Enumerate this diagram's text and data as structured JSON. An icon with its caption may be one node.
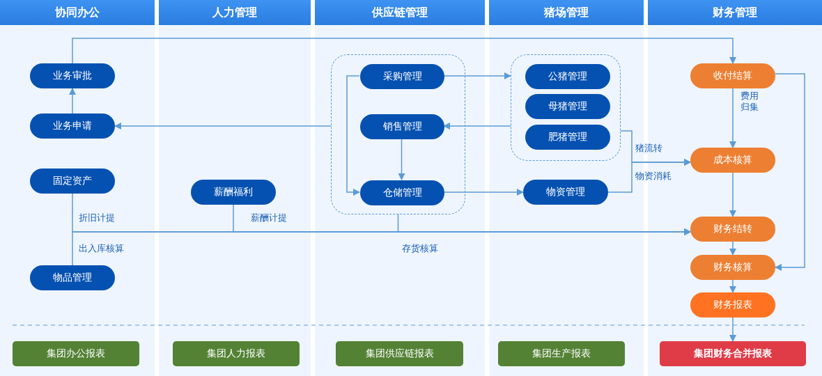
{
  "diagram": {
    "nodes": [
      {
        "text": [
          "协同办公"
        ]
      },
      {
        "text": [
          "人力管理"
        ]
      },
      {
        "text": [
          "供应链管理"
        ]
      },
      {
        "text": [
          "猪场管理"
        ]
      },
      {
        "text": [
          "财务管理"
        ]
      },
      {
        "text": [
          "业务审批"
        ],
        "in": 0
      },
      {
        "text": [
          "业务申请"
        ],
        "in": 0
      },
      {
        "text": [
          "固定资产"
        ],
        "in": 0
      },
      {
        "text": [
          "物品管理"
        ],
        "in": 0
      },
      {
        "text": [
          "集团办公报表"
        ],
        "in": 0
      },
      {
        "text": [
          "薪酬福利"
        ],
        "in": 1
      },
      {
        "text": [
          "集团人力报表"
        ],
        "in": 1
      },
      {
        "text": [],
        "shape": "box",
        "in": 2
      },
      {
        "text": [
          "采购管理"
        ],
        "in": 12
      },
      {
        "text": [
          "销售管理"
        ],
        "in": 12
      },
      {
        "text": [
          "仓储管理"
        ],
        "in": 12
      },
      {
        "text": [
          "集团供应链报表"
        ],
        "in": 2
      },
      {
        "text": [],
        "shape": "box",
        "in": 3
      },
      {
        "text": [
          "公猪管理"
        ],
        "in": 17
      },
      {
        "text": [
          "母猪管理"
        ],
        "in": 17
      },
      {
        "text": [
          "肥猪管理"
        ],
        "in": 17
      },
      {
        "text": [
          "物资管理"
        ],
        "in": 3
      },
      {
        "text": [
          "集团生产报表"
        ],
        "in": 3
      },
      {
        "text": [
          "收付结算"
        ],
        "in": 4
      },
      {
        "text": [
          "成本核算"
        ],
        "in": 4
      },
      {
        "text": [
          "财务结转"
        ],
        "in": 4
      },
      {
        "text": [
          "财务核算"
        ],
        "in": 4
      },
      {
        "text": [
          "财务报表"
        ],
        "in": 4
      },
      {
        "text": [
          "集团财务合并报表"
        ],
        "in": 4
      }
    ],
    "edges": [
      {
        "from": 5,
        "to": 23,
        "arrow": "to"
      },
      {
        "from": 6,
        "to": 5,
        "arrow": "to"
      },
      {
        "from": 12,
        "to": 6,
        "arrow": "to"
      },
      {
        "from": 13,
        "to": 15,
        "arrow": "to"
      },
      {
        "from": 13,
        "to": 17,
        "arrow": "to"
      },
      {
        "from": 17,
        "to": 14,
        "arrow": "to"
      },
      {
        "from": 14,
        "to": 15,
        "arrow": "to"
      },
      {
        "from": 15,
        "to": 21,
        "arrow": "to"
      },
      {
        "from": 17,
        "to": 24,
        "arrow": "to",
        "label": "猪流转"
      },
      {
        "from": 21,
        "to": 24,
        "arrow": "to",
        "label": "物资消耗"
      },
      {
        "from": 7,
        "to": 25,
        "arrow": "to",
        "label": "折旧计提"
      },
      {
        "from": 8,
        "to": 25,
        "arrow": "to",
        "label": "出入库核算"
      },
      {
        "from": 10,
        "to": 25,
        "arrow": "to",
        "label": "薪酬计提"
      },
      {
        "from": 12,
        "to": 25,
        "arrow": "to",
        "label": "存货核算"
      },
      {
        "from": 23,
        "to": 24,
        "arrow": "to",
        "label": "费用归集"
      },
      {
        "from": 24,
        "to": 25,
        "arrow": "to"
      },
      {
        "from": 25,
        "to": 26,
        "arrow": "to"
      },
      {
        "from": 26,
        "to": 27,
        "arrow": "to"
      },
      {
        "from": 27,
        "to": 28,
        "arrow": "to"
      },
      {
        "from": 23,
        "to": 26,
        "arrow": "to"
      }
    ]
  }
}
